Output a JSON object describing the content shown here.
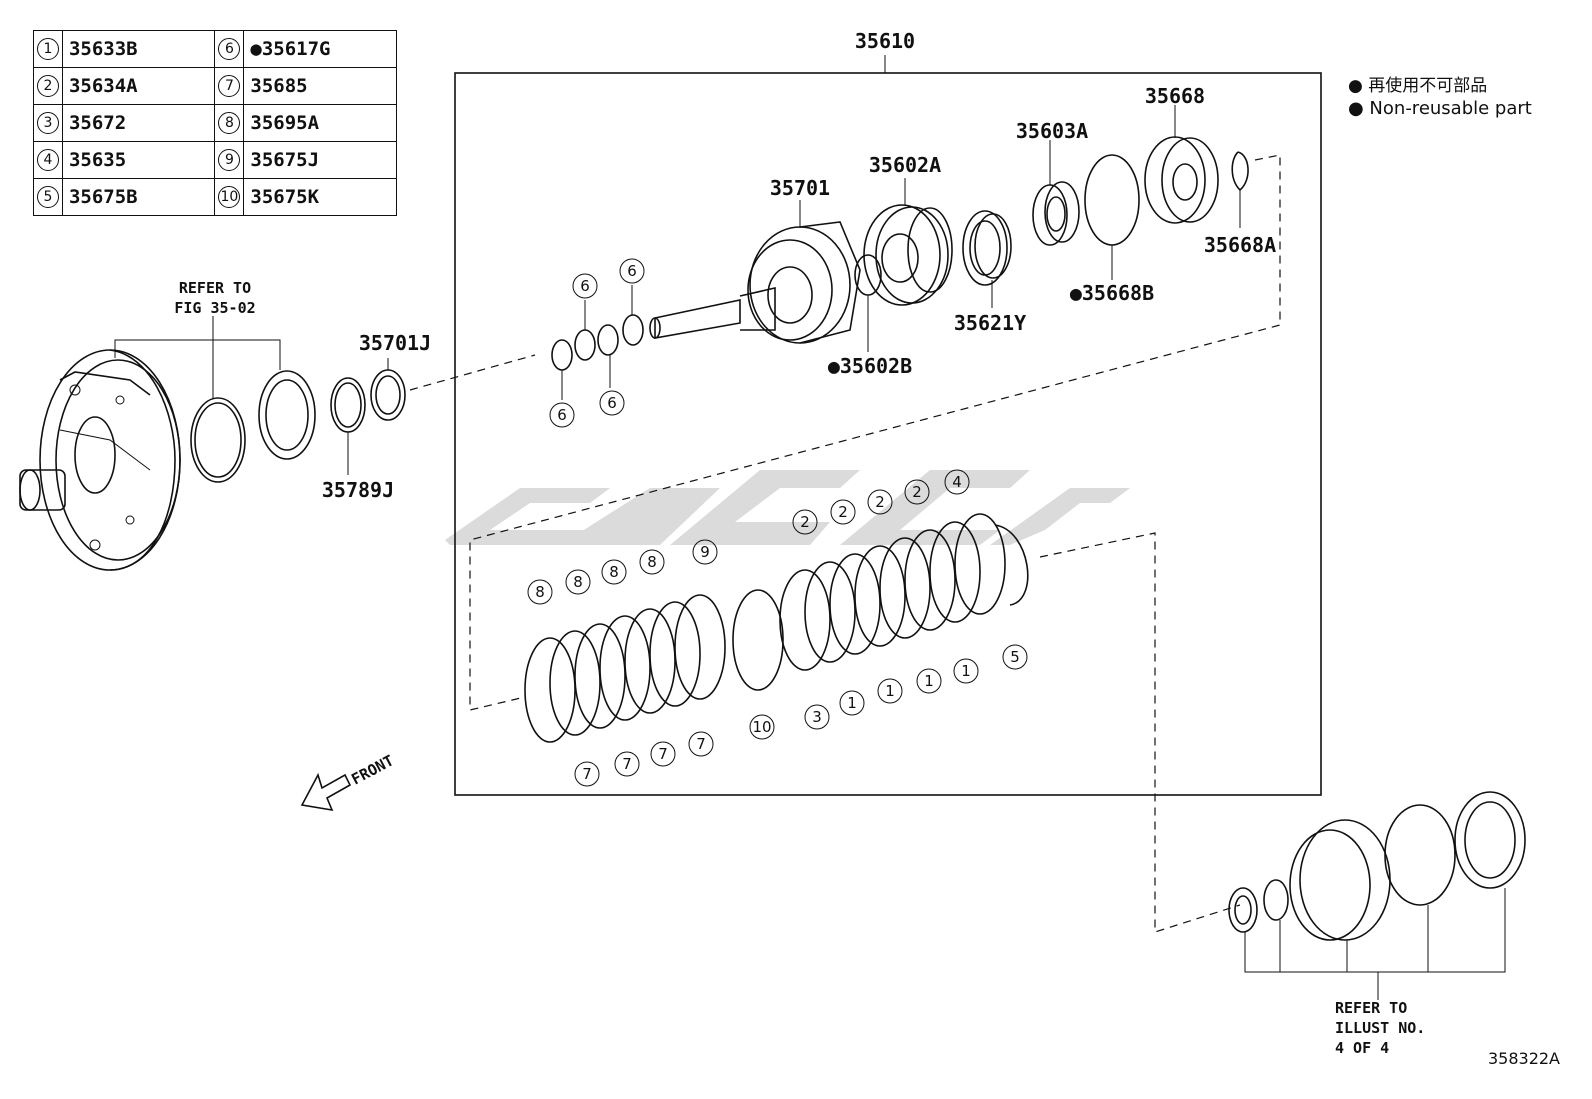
{
  "parts_table": [
    {
      "callout": "1",
      "part": "35633B"
    },
    {
      "callout": "2",
      "part": "35634A"
    },
    {
      "callout": "3",
      "part": "35672"
    },
    {
      "callout": "4",
      "part": "35635"
    },
    {
      "callout": "5",
      "part": "35675B"
    },
    {
      "callout": "6",
      "part": "●35617G"
    },
    {
      "callout": "7",
      "part": "35685"
    },
    {
      "callout": "8",
      "part": "35695A"
    },
    {
      "callout": "9",
      "part": "35675J"
    },
    {
      "callout": "10",
      "part": "35675K"
    }
  ],
  "legend": {
    "line_cn": "● 再使用不可部品",
    "line_en": "● Non-reusable part"
  },
  "assembly_label": "35610",
  "part_labels": {
    "p35668": "35668",
    "p35603A": "35603A",
    "p35602A": "35602A",
    "p35701": "35701",
    "p35668A": "35668A",
    "p35668B": "●35668B",
    "p35621Y": "35621Y",
    "p35602B": "●35602B",
    "p35701J": "35701J",
    "p35789J": "35789J"
  },
  "refer_top": {
    "line1": "REFER TO",
    "line2": "FIG 35-02"
  },
  "refer_bottom": {
    "line1": "REFER TO",
    "line2": "ILLUST NO.",
    "line3": "4 OF 4"
  },
  "front_label": "FRONT",
  "figure_code": "358322A",
  "callouts": {
    "c6": "6",
    "c8": "8",
    "c9": "9",
    "c2": "2",
    "c4": "4",
    "c7": "7",
    "c10": "10",
    "c3": "3",
    "c1": "1",
    "c5": "5"
  }
}
